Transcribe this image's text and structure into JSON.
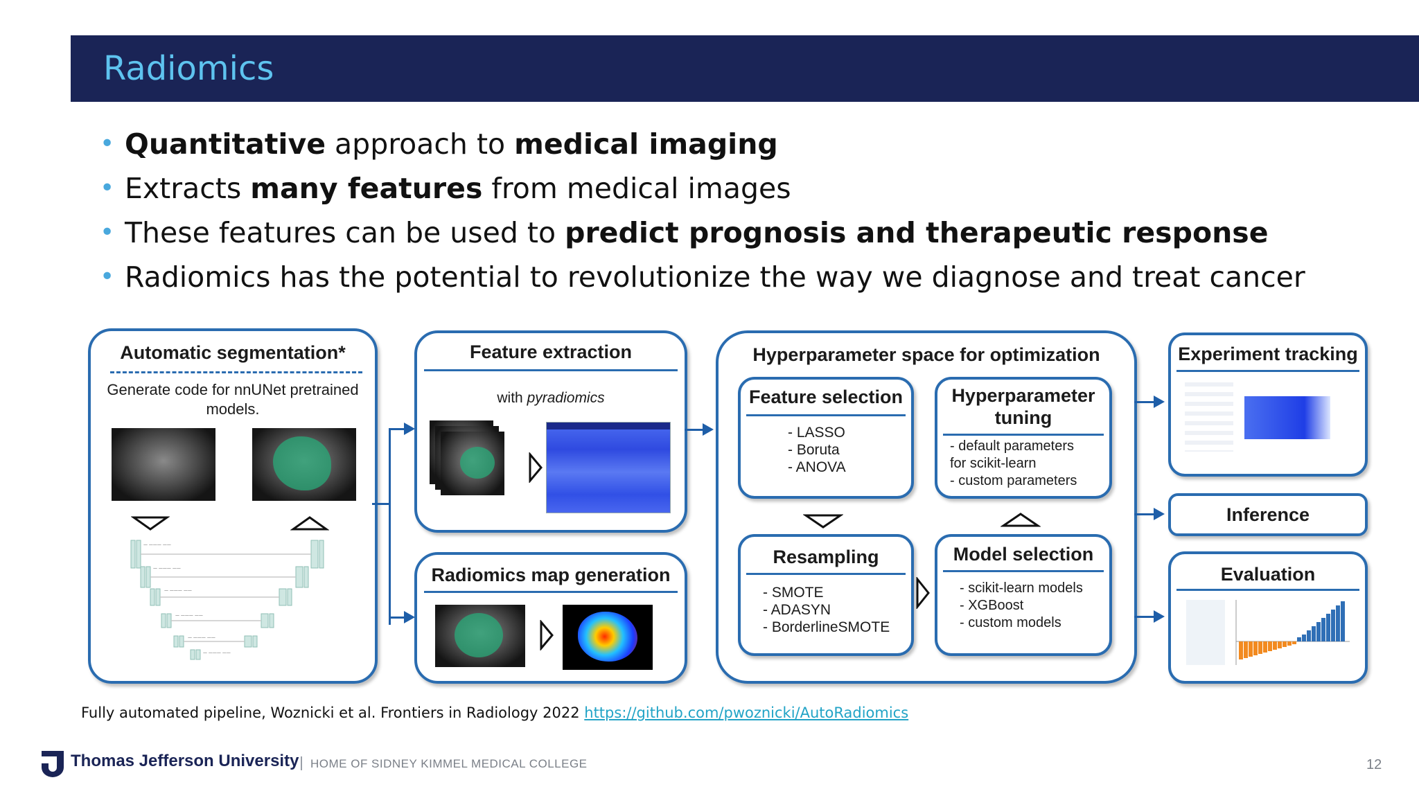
{
  "slide": {
    "title": "Radiomics",
    "page_number": "12"
  },
  "bullets": [
    {
      "parts": [
        {
          "text": "Quantitative",
          "bold": true
        },
        {
          "text": " approach to ",
          "bold": false
        },
        {
          "text": "medical imaging",
          "bold": true
        }
      ]
    },
    {
      "parts": [
        {
          "text": "Extracts ",
          "bold": false
        },
        {
          "text": "many features",
          "bold": true
        },
        {
          "text": " from medical images",
          "bold": false
        }
      ]
    },
    {
      "parts": [
        {
          "text": "These features can be used to ",
          "bold": false
        },
        {
          "text": "predict prognosis and therapeutic response",
          "bold": true
        }
      ]
    },
    {
      "parts": [
        {
          "text": "Radiomics has the potential to revolutionize the way we diagnose and treat cancer",
          "bold": false
        }
      ]
    }
  ],
  "pipeline": {
    "segmentation": {
      "title": "Automatic segmentation*",
      "desc_line1": "Generate code for nnUNet pretrained",
      "desc_line2": "models."
    },
    "extraction": {
      "title": "Feature extraction",
      "subtitle_prefix": "with ",
      "subtitle_italic": "pyradiomics"
    },
    "map_generation": {
      "title": "Radiomics map generation"
    },
    "hyperparam_space": {
      "title": "Hyperparameter space for optimization"
    },
    "feature_selection": {
      "title": "Feature selection",
      "items": [
        "- LASSO",
        "- Boruta",
        "- ANOVA"
      ]
    },
    "hyperparameter_tuning": {
      "title_line1": "Hyperparameter",
      "title_line2": "tuning",
      "items": [
        "- default parameters",
        "for scikit-learn",
        "- custom parameters"
      ]
    },
    "resampling": {
      "title": "Resampling",
      "items": [
        "- SMOTE",
        "- ADASYN",
        "- BorderlineSMOTE"
      ]
    },
    "model_selection": {
      "title": "Model selection",
      "items": [
        "- scikit-learn models",
        "- XGBoost",
        "- custom models"
      ]
    },
    "experiment_tracking": {
      "title": "Experiment tracking"
    },
    "inference": {
      "title": "Inference"
    },
    "evaluation": {
      "title": "Evaluation"
    }
  },
  "caption": {
    "text": "Fully automated pipeline, Woznicki et al. Frontiers in Radiology 2022 ",
    "link": "https://github.com/pwoznicki/AutoRadiomics"
  },
  "footer": {
    "university": "Thomas Jefferson University",
    "tagline": "HOME OF SIDNEY KIMMEL MEDICAL COLLEGE"
  },
  "colors": {
    "title_bar": "#1a2456",
    "title_text": "#5ec3ef",
    "bullet": "#49a8dd",
    "box_border": "#2a6cb0",
    "link": "#21a3c6"
  }
}
